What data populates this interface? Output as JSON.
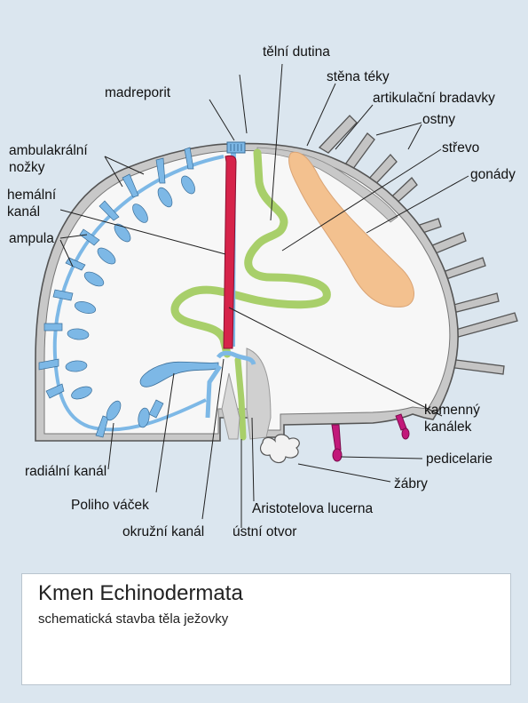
{
  "labels": {
    "telni_dutina": "tělní dutina",
    "stena_teky": "stěna téky",
    "madreporit": "madreporit",
    "artikulacni_bradavky": "artikulační bradavky",
    "ostny": "ostny",
    "strevo": "střevo",
    "gonady": "gonády",
    "ambulakralni_1": "ambulakrální",
    "ambulakralni_2": "nožky",
    "hemalni_1": "hemální",
    "hemalni_2": "kanál",
    "ampula": "ampula",
    "kamenny_1": "kamenný",
    "kamenny_2": "kanálek",
    "pedicelarie": "pedicelarie",
    "zabry": "žábry",
    "radialni_kanal": "radiální kanál",
    "poliho_vacek": "Poliho váček",
    "aristotelova_lucerna": "Aristotelova  lucerna",
    "okruzni_kanal": "okružní kanál",
    "ustni_otvor": "ústní otvor"
  },
  "caption": {
    "title": "Kmen Echinodermata",
    "subtitle": "schematická stavba těla ježovky"
  },
  "colors": {
    "background": "#dbe6ef",
    "shell": "#c8c8c8",
    "interior": "#f7f7f7",
    "water_vascular": "#7db8e6",
    "hemal": "#d6234a",
    "gut": "#a8cf6a",
    "gonad": "#f3c18f",
    "pedicellaria": "#c2187a"
  }
}
